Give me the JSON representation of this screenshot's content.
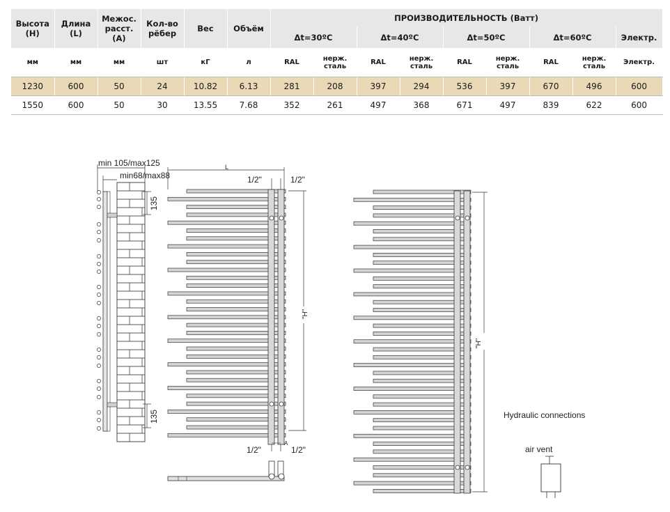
{
  "table": {
    "col_headers": {
      "height": [
        "Высота",
        "(H)"
      ],
      "length": [
        "Длина",
        "(L)"
      ],
      "spacing": [
        "Межос.",
        "расст.",
        "(A)"
      ],
      "ribs": [
        "Кол-во",
        "рёбер"
      ],
      "weight": "Вес",
      "volume": "Объём",
      "performance": "ПРОИЗВОДИТЕЛЬНОСТЬ (Ватт)"
    },
    "delta_headers": [
      "Δt=30ºC",
      "Δt=40ºC",
      "Δt=50ºC",
      "Δt=60ºC",
      "Электр."
    ],
    "sub_headers": [
      "RAL",
      "нерж. сталь",
      "RAL",
      "нерж. сталь",
      "RAL",
      "нерж. сталь",
      "RAL",
      "нерж. сталь",
      "Электр."
    ],
    "units": [
      "мм",
      "мм",
      "мм",
      "шт",
      "кГ",
      "л"
    ],
    "rows": [
      [
        "1230",
        "600",
        "50",
        "24",
        "10.82",
        "6.13",
        "281",
        "208",
        "397",
        "294",
        "536",
        "397",
        "670",
        "496",
        "600"
      ],
      [
        "1550",
        "600",
        "50",
        "30",
        "13.55",
        "7.68",
        "352",
        "261",
        "497",
        "368",
        "671",
        "497",
        "839",
        "622",
        "600"
      ]
    ],
    "highlight_color": "#ead9b6",
    "header_color": "#e7e7e7"
  },
  "drawing": {
    "side": {
      "min_max_outer": "min 105/max125",
      "min_max_inner": "min68/max88",
      "dim_top": "135",
      "dim_bottom": "135"
    },
    "front": {
      "dim_L": "L",
      "pipe_tl": "1/2\"",
      "pipe_tr": "1/2\"",
      "pipe_bl": "1/2\"",
      "pipe_br": "1/2\"",
      "dim_A": "A",
      "dim_H": "\"H\""
    },
    "front2": {
      "dim_H": "\"H\""
    },
    "legend": {
      "hydraulic": "Hydraulic connections",
      "air_vent": "air vent"
    }
  }
}
